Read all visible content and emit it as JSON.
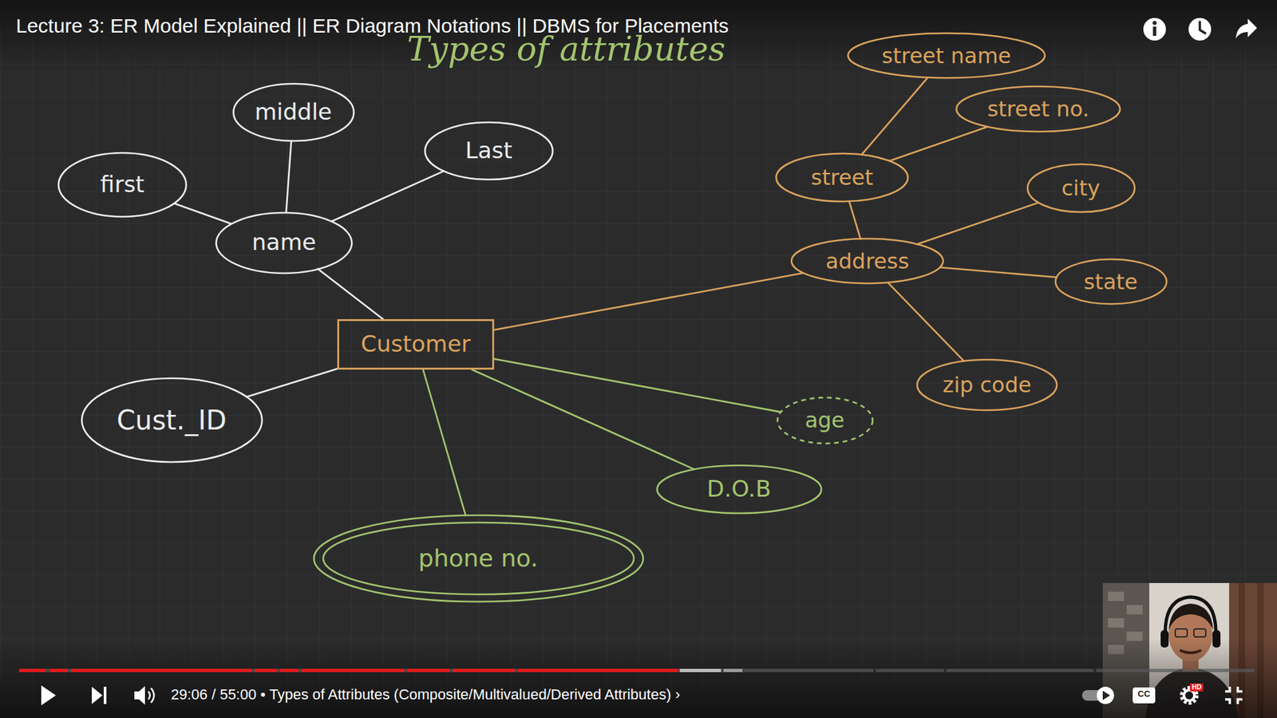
{
  "diagram": {
    "title": "Lecture 3: ER Model Explained || ER Diagram Notations || DBMS for Placements",
    "nodes": [
      {
        "text": [
          "street name"
        ]
      },
      {
        "text": [
          "middle"
        ]
      },
      {
        "text": [
          "street no."
        ]
      },
      {
        "text": [
          "Last"
        ]
      },
      {
        "text": [
          "first"
        ]
      },
      {
        "text": [
          "city"
        ]
      },
      {
        "text": [
          "street"
        ]
      },
      {
        "text": [
          "name"
        ]
      },
      {
        "text": [
          "address"
        ]
      },
      {
        "text": [
          "state"
        ]
      },
      {
        "text": [
          "Customer"
        ]
      },
      {
        "text": [
          "zip code"
        ]
      },
      {
        "text": [
          "Cust._ID"
        ]
      },
      {
        "text": [
          "age"
        ]
      },
      {
        "text": [
          "D.O.B"
        ]
      },
      {
        "text": [
          "phone no."
        ]
      }
    ],
    "edges": [
      {
        "from": 10,
        "to": 7,
        "arrow": "none"
      },
      {
        "from": 7,
        "to": 4,
        "arrow": "none"
      },
      {
        "from": 7,
        "to": 1,
        "arrow": "none"
      },
      {
        "from": 7,
        "to": 3,
        "arrow": "none"
      },
      {
        "from": 10,
        "to": 12,
        "arrow": "none"
      },
      {
        "from": 10,
        "to": 15,
        "arrow": "none"
      },
      {
        "from": 10,
        "to": 14,
        "arrow": "none"
      },
      {
        "from": 10,
        "to": 13,
        "arrow": "none"
      },
      {
        "from": 10,
        "to": 8,
        "arrow": "none"
      },
      {
        "from": 8,
        "to": 6,
        "arrow": "none"
      },
      {
        "from": 6,
        "to": 0,
        "arrow": "none"
      },
      {
        "from": 6,
        "to": 2,
        "arrow": "none"
      },
      {
        "from": 8,
        "to": 5,
        "arrow": "none"
      },
      {
        "from": 8,
        "to": 9,
        "arrow": "none"
      },
      {
        "from": 8,
        "to": 11,
        "arrow": "none"
      }
    ],
    "labels": [
      "Types of attributes",
      "29:06 / 55:00 • Types of Attributes (Composite/Multivalued/Derived Attributes) ›",
      "CC",
      "HD"
    ]
  }
}
